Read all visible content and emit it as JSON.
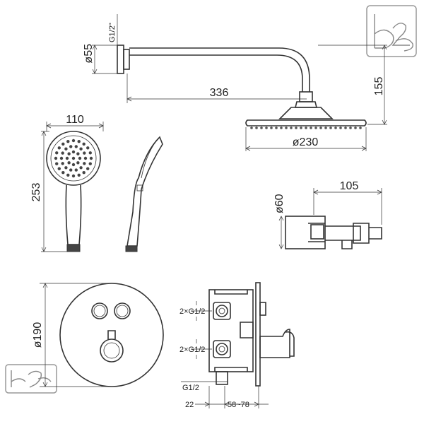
{
  "dimensions": {
    "head_diameter": "ø55",
    "head_thread": "G1/2\"",
    "arm_length": "336",
    "arm_height": "155",
    "shower_head_diameter": "ø230",
    "hand_shower_width": "110",
    "hand_shower_length": "253",
    "bracket_diameter": "ø60",
    "bracket_length": "105",
    "panel_diameter": "ø190",
    "inlet_upper": "2×G1/2",
    "inlet_lower": "2×G1/2",
    "bottom_thread": "G1/2",
    "depth_min": "22",
    "depth_range": "58~78"
  },
  "icons": {
    "logo_top": "b2b-logo-icon",
    "logo_bottom": "b2b-logo-icon"
  }
}
